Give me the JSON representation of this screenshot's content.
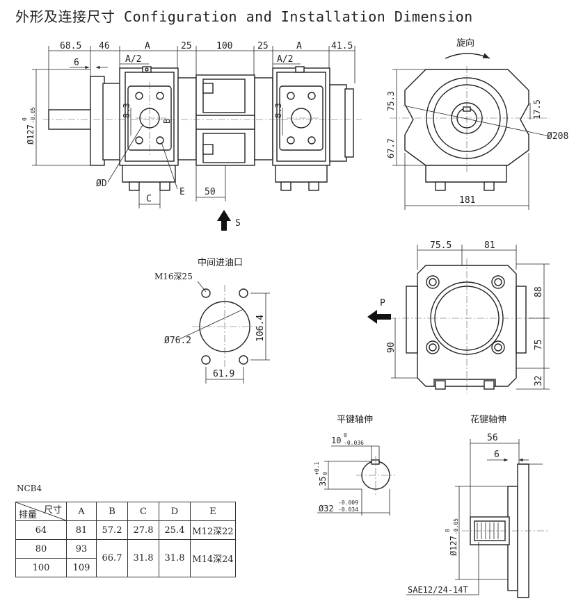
{
  "title": {
    "cn": "外形及连接尺寸",
    "en": "Configuration and Installation Dimension"
  },
  "front_view": {
    "dims_top": [
      "68.5",
      "46",
      "A",
      "25",
      "100",
      "25",
      "A",
      "41.5"
    ],
    "half_a_left": "A/2",
    "half_a_right": "A/2",
    "dim_6": "6",
    "dim_127": "Ø127",
    "dim_127_tol_upper": "0",
    "dim_127_tol_lower": "-0.05",
    "dim_8_3_left": "8.3",
    "dim_8_3_right": "8.3",
    "label_b": "B",
    "label_d": "ØD",
    "label_e": "E",
    "label_c": "C",
    "dim_50": "50",
    "label_s": "S"
  },
  "side_view": {
    "rotation_label": "旋向",
    "dim_75_3": "75.3",
    "dim_67_7": "67.7",
    "dim_17_5": "17.5",
    "dim_208": "Ø208",
    "dim_181": "181"
  },
  "inlet_port": {
    "title": "中间进油口",
    "thread": "M16深25",
    "dia": "Ø76.2",
    "height": "106.4",
    "width": "61.9"
  },
  "outlet_view": {
    "dim_75_5": "75.5",
    "dim_81": "81",
    "dim_88": "88",
    "dim_75": "75",
    "dim_32": "32",
    "dim_90": "90",
    "label_p": "P"
  },
  "flat_key_shaft": {
    "title": "平键轴伸",
    "key_width": "10",
    "key_width_tol_upper": "0",
    "key_width_tol_lower": "-0.036",
    "height": "35",
    "height_tol_upper": "+0.1",
    "height_tol_lower": "0",
    "dia": "Ø32",
    "dia_tol_upper": "-0.009",
    "dia_tol_lower": "-0.034"
  },
  "spline_shaft": {
    "title": "花键轴伸",
    "dim_56": "56",
    "dim_6": "6",
    "dia": "Ø127",
    "dia_tol_upper": "0",
    "dia_tol_lower": "-0.05",
    "spline": "SAE12/24-14T"
  },
  "table": {
    "label": "NCB4",
    "header_corner_top": "尺寸",
    "header_corner_bottom": "排量",
    "headers": [
      "A",
      "B",
      "C",
      "D",
      "E"
    ],
    "rows": [
      {
        "disp": "64",
        "A": "81",
        "B": "57.2",
        "C": "27.8",
        "D": "25.4",
        "E": "M12深22"
      },
      {
        "disp": "80",
        "A": "93",
        "B": "66.7",
        "C": "31.8",
        "D": "31.8",
        "E": "M14深24"
      },
      {
        "disp": "100",
        "A": "109"
      }
    ]
  }
}
